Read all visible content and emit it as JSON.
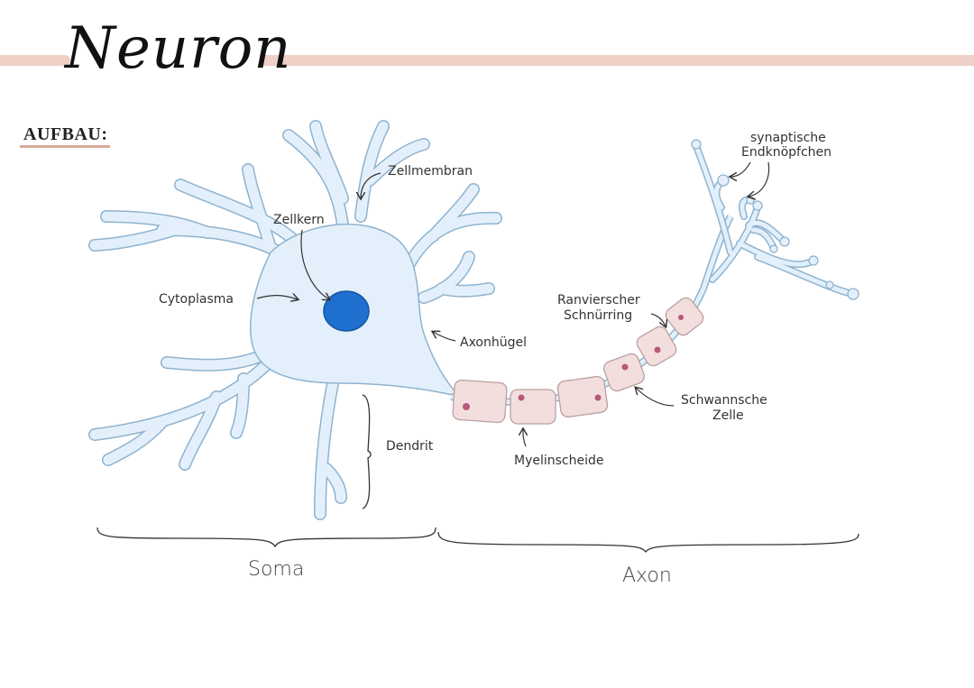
{
  "header": {
    "title": "Neuron"
  },
  "section": {
    "heading": "AUFBAU:"
  },
  "diagram": {
    "labels": {
      "zellmembran": "Zellmembran",
      "zellkern": "Zellkern",
      "cytoplasma": "Cytoplasma",
      "axonhuegel": "Axonhügel",
      "dendrit": "Dendrit",
      "ranvier_line1": "Ranvierscher",
      "ranvier_line2": "Schnürring",
      "schwann_line1": "Schwannsche",
      "schwann_line2": "Zelle",
      "myelin": "Myelinscheide",
      "synaptic_line1": "synaptische",
      "synaptic_line2": "Endknöpfchen"
    },
    "regions": {
      "soma": "Soma",
      "axon": "Axon"
    },
    "colors": {
      "cell_fill": "#e3f0fb",
      "cell_stroke": "#8fb3cf",
      "nucleus": "#1f6fcf",
      "myelin_fill": "#f3dede",
      "myelin_stroke": "#b9a0a0",
      "schwann_nucleus": "#b7587a"
    }
  }
}
